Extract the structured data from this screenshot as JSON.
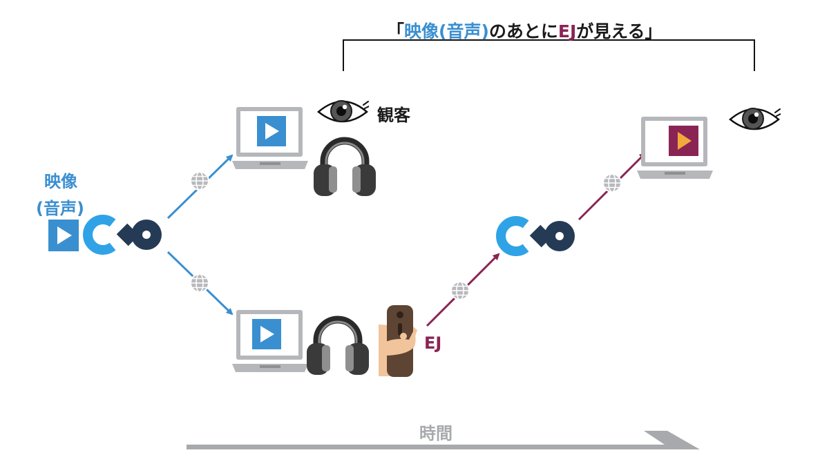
{
  "caption": {
    "open": "「",
    "part1": "映像(音声)",
    "part2": "のあとに",
    "part3": "EJ",
    "part4": "が見える",
    "close": "」"
  },
  "source": {
    "line1": "映像",
    "line2": "(音声)"
  },
  "viewer_label": "観客",
  "ej_label": "EJ",
  "time_label": "時間",
  "colors": {
    "blue": "#3a8fd0",
    "maroon": "#8a2455",
    "navy": "#253a55",
    "gray": "#a7a9ad",
    "dark_gray": "#4d4d4d",
    "text": "#1a1a1a"
  },
  "icons": [
    "play-icon",
    "streaming-logo-icon",
    "globe-icon",
    "laptop-icon",
    "eye-icon",
    "headphones-icon",
    "hand-remote-icon",
    "time-arrow-icon"
  ]
}
